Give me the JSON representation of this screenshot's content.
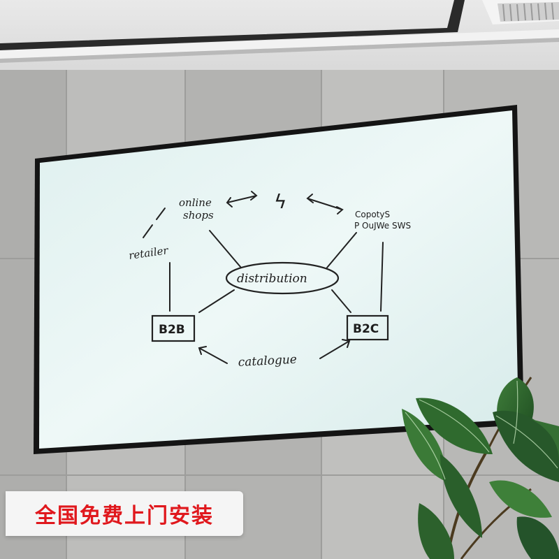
{
  "whiteboard": {
    "labels": {
      "online_shops_line1": "online",
      "online_shops_line2": "shops",
      "retailer": "retailer",
      "distribution": "distribution",
      "b2b": "B2B",
      "b2c": "B2C",
      "catalogue": "catalogue",
      "top_right_line1": "CopotyS",
      "top_right_line2": "P OuJWe SWS",
      "spark": "ϟ"
    }
  },
  "banner": {
    "text": "全国免费上门安装"
  },
  "colors": {
    "banner_text": "#e0181d",
    "board_frame": "#151515",
    "board_surface": "#e6f3f2"
  }
}
